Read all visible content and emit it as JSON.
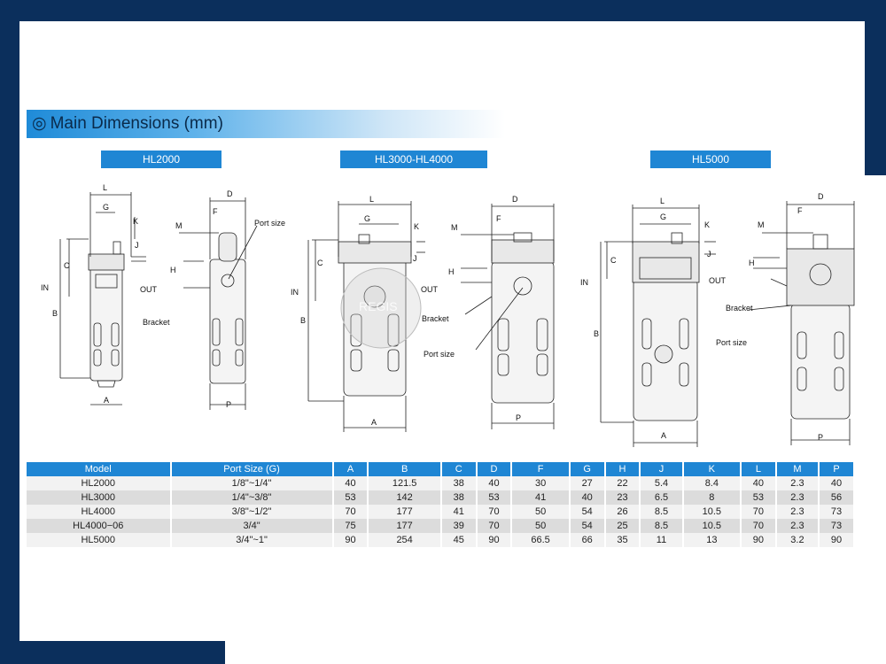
{
  "title": {
    "symbol": "◎",
    "text": "Main Dimensions (mm)"
  },
  "models": {
    "a": "HL2000",
    "b": "HL3000-HL4000",
    "c": "HL5000"
  },
  "diagram_labels": {
    "L": "L",
    "G": "G",
    "K": "K",
    "D": "D",
    "F": "F",
    "M": "M",
    "H": "H",
    "C": "C",
    "J": "J",
    "B": "B",
    "A": "A",
    "P": "P",
    "in": "IN",
    "out": "OUT",
    "port_size": "Port size",
    "bracket": "Bracket",
    "watermark": "REGIS"
  },
  "table": {
    "headers": [
      "Model",
      "Port Size (G)",
      "A",
      "B",
      "C",
      "D",
      "F",
      "G",
      "H",
      "J",
      "K",
      "L",
      "M",
      "P"
    ],
    "rows": [
      [
        "HL2000",
        "1/8\"~1/4\"",
        "40",
        "121.5",
        "38",
        "40",
        "30",
        "27",
        "22",
        "5.4",
        "8.4",
        "40",
        "2.3",
        "40"
      ],
      [
        "HL3000",
        "1/4\"~3/8\"",
        "53",
        "142",
        "38",
        "53",
        "41",
        "40",
        "23",
        "6.5",
        "8",
        "53",
        "2.3",
        "56"
      ],
      [
        "HL4000",
        "3/8\"~1/2\"",
        "70",
        "177",
        "41",
        "70",
        "50",
        "54",
        "26",
        "8.5",
        "10.5",
        "70",
        "2.3",
        "73"
      ],
      [
        "HL4000−06",
        "3/4\"",
        "75",
        "177",
        "39",
        "70",
        "50",
        "54",
        "25",
        "8.5",
        "10.5",
        "70",
        "2.3",
        "73"
      ],
      [
        "HL5000",
        "3/4\"~1\"",
        "90",
        "254",
        "45",
        "90",
        "66.5",
        "66",
        "35",
        "11",
        "13",
        "90",
        "3.2",
        "90"
      ]
    ]
  }
}
